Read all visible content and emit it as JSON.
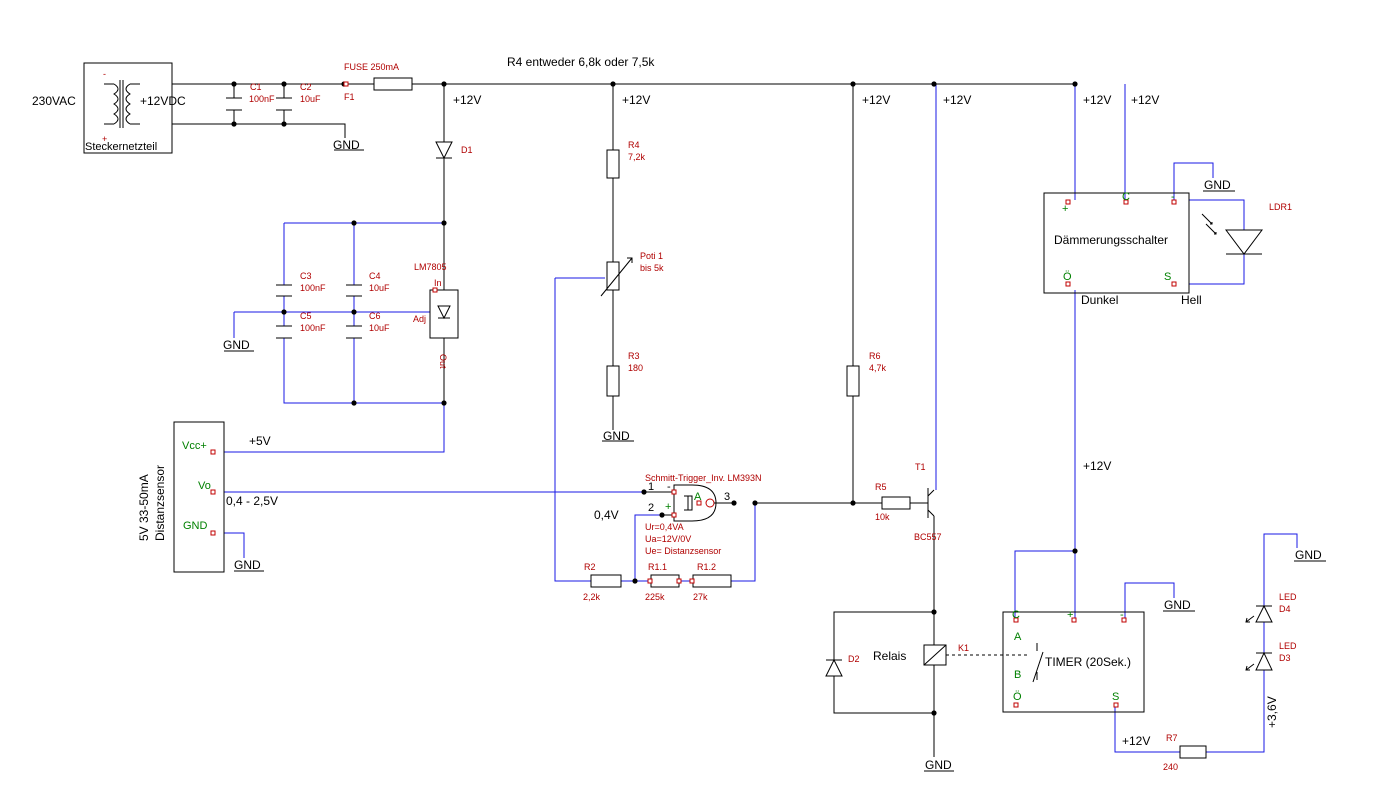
{
  "labels": {
    "ac_in": "230VAC",
    "dc_out": "+12VDC",
    "psu_name": "Steckernetzteil",
    "psu_minus": "-",
    "psu_plus": "+",
    "r4_note": "R4 entweder 6,8k oder 7,5k",
    "fuse_name": "FUSE 250mA",
    "fuse_ref": "F1",
    "c1_ref": "C1",
    "c1_val": "100nF",
    "c2_ref": "C2",
    "c2_val": "10uF",
    "gnd": "GND",
    "v12": "+12V",
    "d1": "D1",
    "lm7805": "LM7805",
    "in": "In",
    "adj": "Adj",
    "out": "Out",
    "c3_ref": "C3",
    "c3_val": "100nF",
    "c4_ref": "C4",
    "c4_val": "10uF",
    "c5_ref": "C5",
    "c5_val": "100nF",
    "c6_ref": "C6",
    "c6_val": "10uF",
    "r4_ref": "R4",
    "r4_val": "7,2k",
    "poti_ref": "Poti 1",
    "poti_val": "bis 5k",
    "r3_ref": "R3",
    "r3_val": "180",
    "r6_ref": "R6",
    "r6_val": "4,7k",
    "sensor_spec": "5V   33-50mA",
    "sensor_name": "Distanzsensor",
    "vcc_pin": "Vcc+",
    "vo_pin": "Vo",
    "gnd_pin": "GND",
    "v5": "+5V",
    "vo_range": "0,4 - 2,5V",
    "schmitt": "Schmitt-Trigger_Inv. LM393N",
    "pin1": "1",
    "pin2": "2",
    "pin3": "3",
    "minus": "-",
    "plus": "+",
    "a": "A",
    "v04": "0,4V",
    "ur": "Ur=0,4VA",
    "ua": "Ua=12V/0V",
    "ue": "Ue= Distanzsensor",
    "r2_ref": "R2",
    "r2_val": "2,2k",
    "r11_ref": "R1.1",
    "r11_val": "225k",
    "r12_ref": "R1.2",
    "r12_val": "27k",
    "r5_ref": "R5",
    "r5_val": "10k",
    "t1_ref": "T1",
    "t1_val": "BC557",
    "relais": "Relais",
    "k1": "K1",
    "d2": "D2",
    "daemm_name": "Dämmerungsschalter",
    "daemm_plus": "+",
    "daemm_c": "C",
    "daemm_minus": "-",
    "daemm_oe": "Ö",
    "daemm_s": "S",
    "dunkel": "Dunkel",
    "hell": "Hell",
    "ldr": "LDR1",
    "timer_name": "TIMER (20Sek.)",
    "timer_c": "C",
    "timer_plus": "+",
    "timer_minus": "-",
    "timer_a": "A",
    "timer_b": "B",
    "timer_oe": "Ö",
    "timer_s": "S",
    "led_d4": "LED",
    "led_d4_ref": "D4",
    "led_d3": "LED",
    "led_d3_ref": "D3",
    "v36": "+3,6V",
    "r7_ref": "R7",
    "r7_val": "240"
  }
}
